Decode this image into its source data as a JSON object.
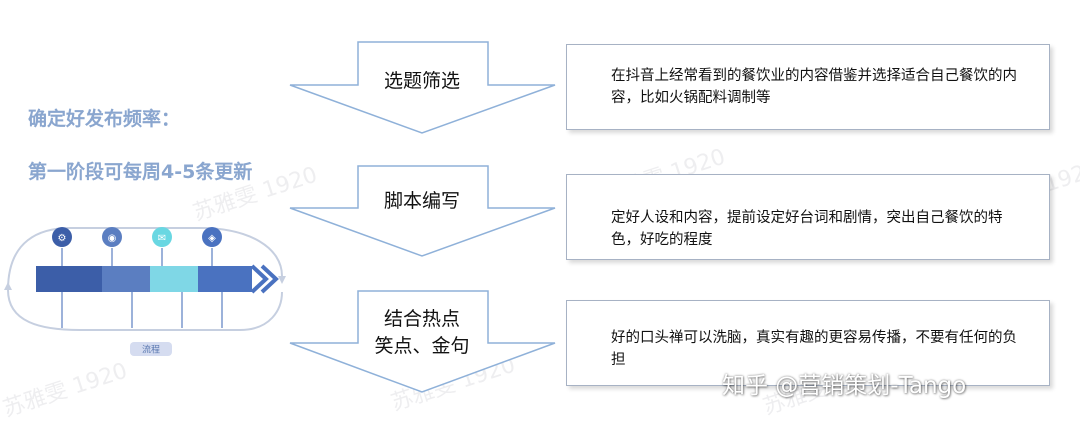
{
  "watermarks": [
    "苏雅雯 1920",
    "苏雅雯 1920",
    "苏雅雯 1920",
    "苏雅雯 1920",
    "苏雅雯 1920",
    "苏雅雯 1920"
  ],
  "left": {
    "heading": "确定好发布频率：",
    "subheading": "第一阶段可每周4-5条更新"
  },
  "flow_graphic": {
    "badge": "流程",
    "steps": [
      {
        "icon": "gear-icon",
        "color": "#3c5ea8"
      },
      {
        "icon": "user-icon",
        "color": "#5b7ec1"
      },
      {
        "icon": "chat-icon",
        "color": "#69d7e2"
      },
      {
        "icon": "layers-icon",
        "color": "#4a72c0"
      }
    ],
    "colors": {
      "dark": "#3c5ea8",
      "light": "#7fd7e6",
      "ring": "#c6cfe0"
    }
  },
  "steps": [
    {
      "label": "选题筛选",
      "description": "在抖音上经常看到的餐饮业的内容借鉴并选择适合自己餐饮的内容，比如火锅配料调制等"
    },
    {
      "label": "脚本编写",
      "description": "定好人设和内容，提前设定好台词和剧情，突出自己餐饮的特色，好吃的程度"
    },
    {
      "label_lines": [
        "结合热点",
        "笑点、金句"
      ],
      "description": "好的口头禅可以洗脑，真实有趣的更容易传播，不要有任何的负担"
    }
  ],
  "credit": "知乎 @营销策划-Tango",
  "colors": {
    "arrow_stroke": "#8fb1d9",
    "box_border": "#a7b2c4",
    "heading": "#8aa6cf"
  }
}
